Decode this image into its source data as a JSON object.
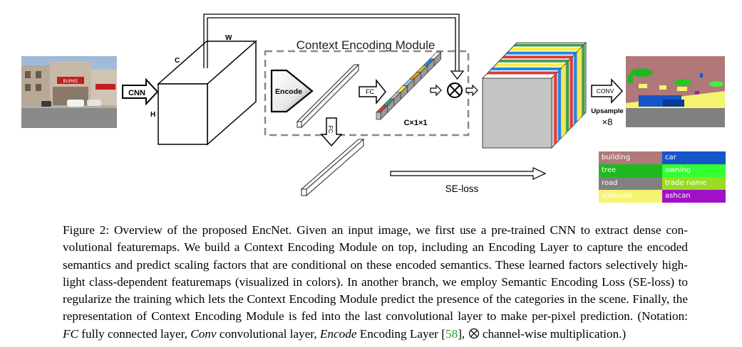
{
  "diagram": {
    "title": "Context Encoding Module",
    "dim_w": "W",
    "dim_c": "C",
    "dim_h": "H",
    "cnn_label": "CNN",
    "encode_label": "Encode",
    "fc_label_top": "FC",
    "fc_label_down": "FC",
    "vector_label": "C×1×1",
    "conv_label": "CONV",
    "upsample_label": "Upsample",
    "upsample_factor": "×8",
    "se_loss_label": "SE-loss"
  },
  "vector_colors": [
    "#e53935",
    "#26a69a",
    "#bdbdbd",
    "#ffeb3b",
    "#90caf9",
    "#ff9800",
    "#c0ca33",
    "#1e88e5",
    "#ffffff"
  ],
  "feature_stripe_colors": [
    "#e53935",
    "#1e88e5",
    "#ffeb3b",
    "#43a047",
    "#e53935",
    "#1e88e5",
    "#ffeb3b",
    "#43a047"
  ],
  "legend": [
    {
      "label": "building",
      "color": "#b07878",
      "text_color": "#ffffff"
    },
    {
      "label": "car",
      "color": "#1456c8",
      "text_color": "#ffffff"
    },
    {
      "label": "tree",
      "color": "#20b820",
      "text_color": "#ffffff"
    },
    {
      "label": "awning",
      "color": "#33ff33",
      "text_color": "#ffffff"
    },
    {
      "label": "road",
      "color": "#808080",
      "text_color": "#ffffff"
    },
    {
      "label": "trade name",
      "color": "#99dd22",
      "text_color": "#ffffff"
    },
    {
      "label": "sidewalk",
      "color": "#f4f470",
      "text_color": "#ffffff"
    },
    {
      "label": "ashcan",
      "color": "#a010c8",
      "text_color": "#ffffff"
    }
  ],
  "caption": {
    "lines": [
      "Figure 2: Overview of the proposed EncNet. Given an input image, we first use a pre-trained CNN to extract dense con-",
      "volutional featuremaps. We build a Context Encoding Module on top, including an Encoding Layer to capture the encoded",
      "semantics and predict scaling factors that are conditional on these encoded semantics. These learned factors selectively high-",
      "light class-dependent featuremaps (visualized in colors). In another branch, we employ Semantic Encoding Loss (SE-loss) to",
      "regularize the training which lets the Context Encoding Module predict the presence of the categories in the scene. Finally, the",
      "representation of Context Encoding Module is fed into the last convolutional layer to make per-pixel prediction. (Notation:"
    ],
    "last": {
      "fc": "FC",
      "fc_text": " fully connected layer, ",
      "conv": "Conv",
      "conv_text": " convolutional layer, ",
      "encode": "Encode",
      "encode_text": " Encoding Layer [",
      "ref": "58",
      "ref_close": "], ",
      "otimes_text": " channel-wise multiplication.)"
    }
  }
}
